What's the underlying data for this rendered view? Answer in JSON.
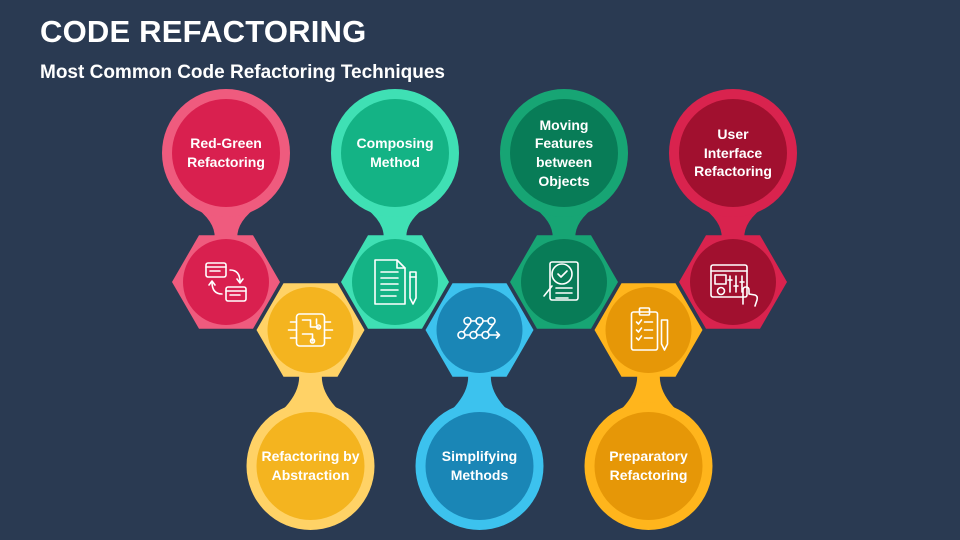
{
  "title": "CODE REFACTORING",
  "subtitle": "Most Common Code Refactoring Techniques",
  "techniques": [
    {
      "label": "Red-Green\nRefactoring",
      "position": "top",
      "icon": "code-windows-cycle-icon",
      "colors": {
        "outer": "#ef5b7e",
        "inner": "#d9204f"
      }
    },
    {
      "label": "Refactoring by\nAbstraction",
      "position": "bottom",
      "icon": "circuit-board-icon",
      "colors": {
        "outer": "#ffd266",
        "inner": "#f4b41f"
      }
    },
    {
      "label": "Composing\nMethod",
      "position": "top",
      "icon": "document-pencil-icon",
      "colors": {
        "outer": "#3fe0b4",
        "inner": "#14b385"
      }
    },
    {
      "label": "Simplifying\nMethods",
      "position": "bottom",
      "icon": "flow-network-icon",
      "colors": {
        "outer": "#3cc2ee",
        "inner": "#1a86b6"
      }
    },
    {
      "label": "Moving\nFeatures\nbetween\nObjects",
      "position": "top",
      "icon": "checklist-magnifier-icon",
      "colors": {
        "outer": "#17a574",
        "inner": "#087c57"
      }
    },
    {
      "label": "Preparatory\nRefactoring",
      "position": "bottom",
      "icon": "clipboard-pen-icon",
      "colors": {
        "outer": "#ffb51c",
        "inner": "#e69707"
      }
    },
    {
      "label": "User\nInterface\nRefactoring",
      "position": "top",
      "icon": "ui-dashboard-touch-icon",
      "colors": {
        "outer": "#d9234e",
        "inner": "#a1102f"
      }
    }
  ]
}
